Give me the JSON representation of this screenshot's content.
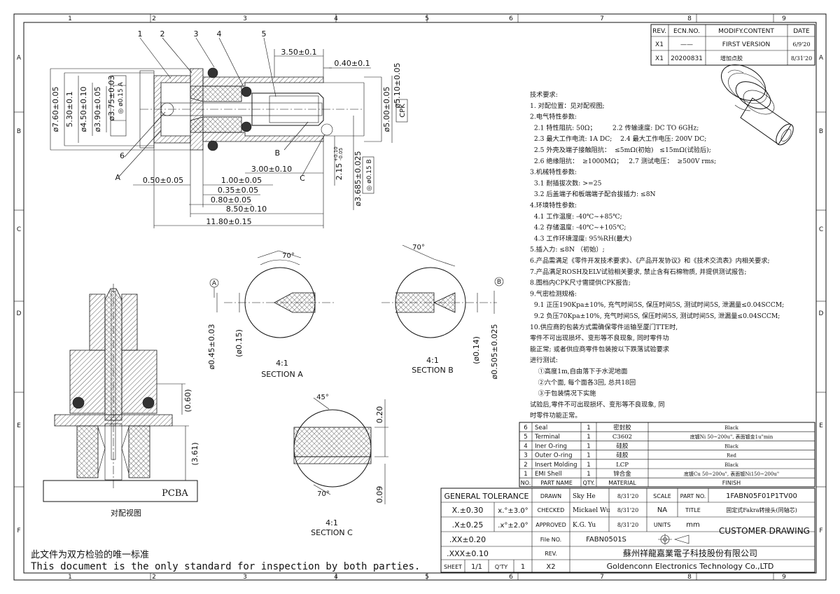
{
  "grid": {
    "cols": [
      "1",
      "2",
      "3",
      "4",
      "5",
      "6",
      "7",
      "8",
      "9"
    ],
    "rows": [
      "A",
      "B",
      "C",
      "D",
      "E",
      "F"
    ]
  },
  "revision_table": {
    "headers": [
      "REV.",
      "ECN.NO.",
      "MODIFY.CONTENT",
      "DATE"
    ],
    "rows": [
      [
        "X1",
        "——",
        "FIRST VERSION",
        "6/9'20"
      ],
      [
        "X1",
        "20200831",
        "增加点胶",
        "8/31'20"
      ]
    ]
  },
  "part_labels": [
    "1",
    "2",
    "3",
    "4",
    "5",
    "6",
    "A",
    "B",
    "C"
  ],
  "dimensions": {
    "d760": "ø7.60±0.05",
    "d530": "5.30±0.1",
    "d450": "ø4.50±0.10",
    "d390": "ø3.90±0.05",
    "d375": "ø3.75±0.03",
    "tol_a": "◎ ø0.15 A",
    "d500": "ø5.00±0.05",
    "d510": "ø5.10±0.05",
    "cpk": "CPK",
    "l350": "3.50±0.1",
    "l040": "0.40±0.1",
    "l300": "3.00±0.10",
    "l215": "2.15",
    "l215_tol_up": "+0.10",
    "l215_tol_dn": "-0.05",
    "d3685": "ø3.685±0.025",
    "tol_b": "◎ ø0.15 B",
    "l050": "0.50±0.05",
    "l100": "1.00±0.05",
    "l035": "0.35±0.05",
    "l080": "0.80±0.05",
    "l850": "8.50±0.10",
    "l1180": "11.80±0.15"
  },
  "sections": {
    "a_angle": "70°",
    "a_marker": "A",
    "a_d1": "ø0.45±0.03",
    "a_d2": "(ø0.15)",
    "a_scale": "4:1",
    "a_title": "SECTION  A",
    "b_angle": "70°",
    "b_marker": "B",
    "b_d1": "(ø0.14)",
    "b_d2": "ø0.505±0.025",
    "b_scale": "4:1",
    "b_title": "SECTION  B",
    "c_angle1": "45°",
    "c_angle2": "70°",
    "c_d1": "0.20",
    "c_d2": "0.09",
    "c_scale": "4:1",
    "c_title": "SECTION  C"
  },
  "mating": {
    "d060": "(0.60)",
    "d361": "(3.61)",
    "pcba": "PCBA",
    "caption": "对配视图"
  },
  "tech_notes": [
    "技术要求:",
    "1. 对配位置：见对配视图;",
    "2.电气特性参数:",
    "  2.1 特性阻抗: 50Ω；        2.2 传输速度: DC TO 6GHz;",
    "  2.3 最大工作电流: 1A DC;    2.4 最大工作电压: 200V DC;",
    "  2.5 外壳及端子接触阻抗：  ≤5mΩ(初始)   ≤15mΩ(试验后);",
    "  2.6 绝缘阻抗：  ≥1000MΩ；   2.7 测试电压：  ≥500V rms;",
    "3.机械特性参数:",
    "  3.1 耐插拔次数: >=25",
    "  3.2 后盖端子和板端端子配合拔插力: ≤8N",
    "4.环境特性参数:",
    "  4.1 工作温度: -40℃~+85℃;",
    "  4.2 存储温度: -40℃~+105℃;",
    "  4.3 工作环境湿度: 95%RH(最大)",
    "5.插入力: ≤8N （初始）;",
    "6.产品需满足《零件开发技术要求》、《产品开发协议》和《技术交流表》内相关要求;",
    "7.产品满足ROSH及ELV试验相关要求, 禁止含有石棉物质, 并提供测试报告;",
    "8.图档内CPK尺寸需提供CPK报告;",
    "9.气密检测规格:",
    "  9.1 正压190Kpa±10%, 充气时间5S, 保压时间5S, 测试时间5S, 泄漏量≤0.04SCCM;",
    "  9.2 负压70Kpa±10%, 充气时间5S, 保压时间5S, 测试时间5S, 泄漏量≤0.04SCCM;",
    "10.供应商的包装方式需确保零件运输至厦门TTE时,",
    "零件不可出现损坏、变形等不良现象, 同时零件功",
    "能正常; 或者供应商零件包装按以下跌落试验要求",
    "进行测试:",
    "    ①高度1m,自由落下于水泥地面",
    "    ②六个面, 每个面各3回, 总共18回",
    "    ③于包装情况下实施",
    "试验后,零件不可出现损坏、变形等不良现象, 同",
    "时零件功能正常。"
  ],
  "bom": {
    "headers": [
      "NO.",
      "PART NAME",
      "QTY.",
      "MATERIAL",
      "FINISH"
    ],
    "rows": [
      [
        "6",
        "Seal",
        "1",
        "密封胶",
        "Black"
      ],
      [
        "5",
        "Terminal",
        "1",
        "C3602",
        "底镀Ni 50~200u\", 表面镀金1u\"min"
      ],
      [
        "4",
        "Iner O-ring",
        "1",
        "硅胶",
        "Black"
      ],
      [
        "3",
        "Outer O-ring",
        "1",
        "硅胶",
        "Red"
      ],
      [
        "2",
        "Insert Molding",
        "1",
        "LCP",
        "Black"
      ],
      [
        "1",
        "EMI Shell",
        "1",
        "锌合金",
        "底镀Cu 50~200u\", 表面镀Ni150~200u\""
      ]
    ]
  },
  "title_block": {
    "general_tolerance": "GENERAL TOLERANCE",
    "tol_rows": [
      [
        "X.±0.30",
        "x.°±3.0°"
      ],
      [
        ".X±0.25",
        ".x°±2.0°"
      ],
      [
        ".XX±0.20",
        ""
      ],
      [
        ".XXX±0.10",
        ""
      ]
    ],
    "drawn_label": "DRAWN",
    "drawn_name": "Sky He",
    "drawn_date": "8/31'20",
    "checked_label": "CHECKED",
    "checked_name": "Mickael Wu",
    "checked_date": "8/31'20",
    "approved_label": "APPROVED",
    "approved_name": "K.G. Yu",
    "approved_date": "8/31'20",
    "scale_label": "SCALE",
    "scale_value": "NA",
    "part_no_label": "PART NO.",
    "part_no": "1FABN05F01P1TV00",
    "title_label": "TITLE",
    "title_value": "固定式Fakra转接头(同轴芯)",
    "units_label": "UNITS",
    "units_value": "mm",
    "file_no_label": "File NO.",
    "file_no": "FABN0501S",
    "customer_drawing": "CUSTOMER  DRAWING",
    "rev_label": "REV.",
    "rev_value": "X2",
    "sheet_label": "SHEET",
    "sheet_value": "1/1",
    "qty_label": "Q'TY",
    "qty_value": "1",
    "company_cn": "蘇州祥龍嘉業電子科技股份有限公司",
    "company_en": "Goldenconn  Electronics  Technology  Co.,LTD"
  },
  "footer": {
    "line_cn": "此文件为双方检验的唯一标准",
    "line_en": "This  document  is  the  only  standard  for  inspection  by  both  parties."
  }
}
